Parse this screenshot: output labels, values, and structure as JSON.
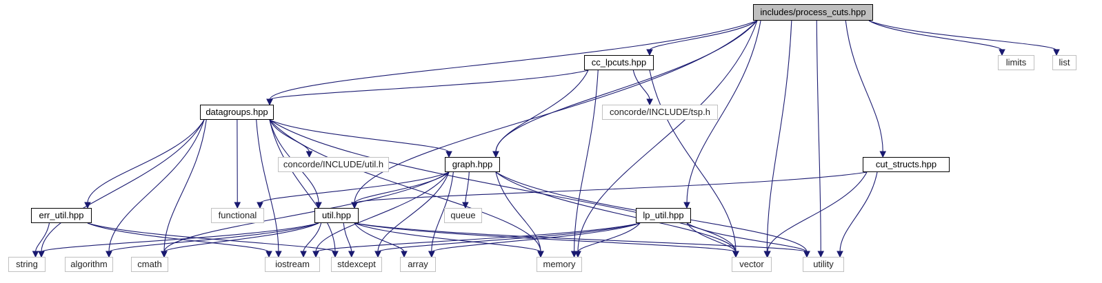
{
  "colors": {
    "edge": "#191970",
    "local_border": "#000000",
    "system_border": "#c0c0c0",
    "root_fill": "#bfbfbf"
  },
  "nodes": [
    {
      "id": "process_cuts",
      "label": "includes/process_cuts.hpp",
      "kind": "root"
    },
    {
      "id": "cc_lpcuts",
      "label": "cc_lpcuts.hpp",
      "kind": "local"
    },
    {
      "id": "limits",
      "label": "limits",
      "kind": "system"
    },
    {
      "id": "list",
      "label": "list",
      "kind": "system"
    },
    {
      "id": "datagroups",
      "label": "datagroups.hpp",
      "kind": "local"
    },
    {
      "id": "tsp_h",
      "label": "concorde/INCLUDE/tsp.h",
      "kind": "system"
    },
    {
      "id": "util_h",
      "label": "concorde/INCLUDE/util.h",
      "kind": "system"
    },
    {
      "id": "graph",
      "label": "graph.hpp",
      "kind": "local"
    },
    {
      "id": "cut_structs",
      "label": "cut_structs.hpp",
      "kind": "local"
    },
    {
      "id": "err_util",
      "label": "err_util.hpp",
      "kind": "local"
    },
    {
      "id": "functional",
      "label": "functional",
      "kind": "system"
    },
    {
      "id": "util",
      "label": "util.hpp",
      "kind": "local"
    },
    {
      "id": "queue",
      "label": "queue",
      "kind": "system"
    },
    {
      "id": "lp_util",
      "label": "lp_util.hpp",
      "kind": "local"
    },
    {
      "id": "string",
      "label": "string",
      "kind": "system"
    },
    {
      "id": "algorithm",
      "label": "algorithm",
      "kind": "system"
    },
    {
      "id": "cmath",
      "label": "cmath",
      "kind": "system"
    },
    {
      "id": "iostream",
      "label": "iostream",
      "kind": "system"
    },
    {
      "id": "stdexcept",
      "label": "stdexcept",
      "kind": "system"
    },
    {
      "id": "array",
      "label": "array",
      "kind": "system"
    },
    {
      "id": "memory",
      "label": "memory",
      "kind": "system"
    },
    {
      "id": "vector",
      "label": "vector",
      "kind": "system"
    },
    {
      "id": "utility",
      "label": "utility",
      "kind": "system"
    }
  ],
  "edges": [
    [
      "process_cuts",
      "cc_lpcuts"
    ],
    [
      "process_cuts",
      "limits"
    ],
    [
      "process_cuts",
      "list"
    ],
    [
      "process_cuts",
      "datagroups"
    ],
    [
      "process_cuts",
      "graph"
    ],
    [
      "process_cuts",
      "util"
    ],
    [
      "process_cuts",
      "cut_structs"
    ],
    [
      "process_cuts",
      "lp_util"
    ],
    [
      "process_cuts",
      "memory"
    ],
    [
      "process_cuts",
      "vector"
    ],
    [
      "process_cuts",
      "utility"
    ],
    [
      "cc_lpcuts",
      "datagroups"
    ],
    [
      "cc_lpcuts",
      "tsp_h"
    ],
    [
      "cc_lpcuts",
      "graph"
    ],
    [
      "cc_lpcuts",
      "memory"
    ],
    [
      "cc_lpcuts",
      "vector"
    ],
    [
      "datagroups",
      "string"
    ],
    [
      "datagroups",
      "algorithm"
    ],
    [
      "datagroups",
      "cmath"
    ],
    [
      "datagroups",
      "err_util"
    ],
    [
      "datagroups",
      "iostream"
    ],
    [
      "datagroups",
      "stdexcept"
    ],
    [
      "datagroups",
      "functional"
    ],
    [
      "datagroups",
      "util"
    ],
    [
      "datagroups",
      "util_h"
    ],
    [
      "datagroups",
      "graph"
    ],
    [
      "datagroups",
      "memory"
    ],
    [
      "datagroups",
      "vector"
    ],
    [
      "graph",
      "cmath"
    ],
    [
      "graph",
      "functional"
    ],
    [
      "graph",
      "util"
    ],
    [
      "graph",
      "iostream"
    ],
    [
      "graph",
      "stdexcept"
    ],
    [
      "graph",
      "array"
    ],
    [
      "graph",
      "queue"
    ],
    [
      "graph",
      "memory"
    ],
    [
      "graph",
      "vector"
    ],
    [
      "graph",
      "utility"
    ],
    [
      "cut_structs",
      "util"
    ],
    [
      "cut_structs",
      "vector"
    ],
    [
      "cut_structs",
      "utility"
    ],
    [
      "err_util",
      "string"
    ],
    [
      "err_util",
      "iostream"
    ],
    [
      "err_util",
      "stdexcept"
    ],
    [
      "util",
      "string"
    ],
    [
      "util",
      "algorithm"
    ],
    [
      "util",
      "cmath"
    ],
    [
      "util",
      "iostream"
    ],
    [
      "util",
      "stdexcept"
    ],
    [
      "util",
      "array"
    ],
    [
      "util",
      "memory"
    ],
    [
      "util",
      "vector"
    ],
    [
      "util",
      "utility"
    ],
    [
      "lp_util",
      "iostream"
    ],
    [
      "lp_util",
      "stdexcept"
    ],
    [
      "lp_util",
      "array"
    ],
    [
      "lp_util",
      "memory"
    ],
    [
      "lp_util",
      "vector"
    ],
    [
      "lp_util",
      "utility"
    ]
  ]
}
